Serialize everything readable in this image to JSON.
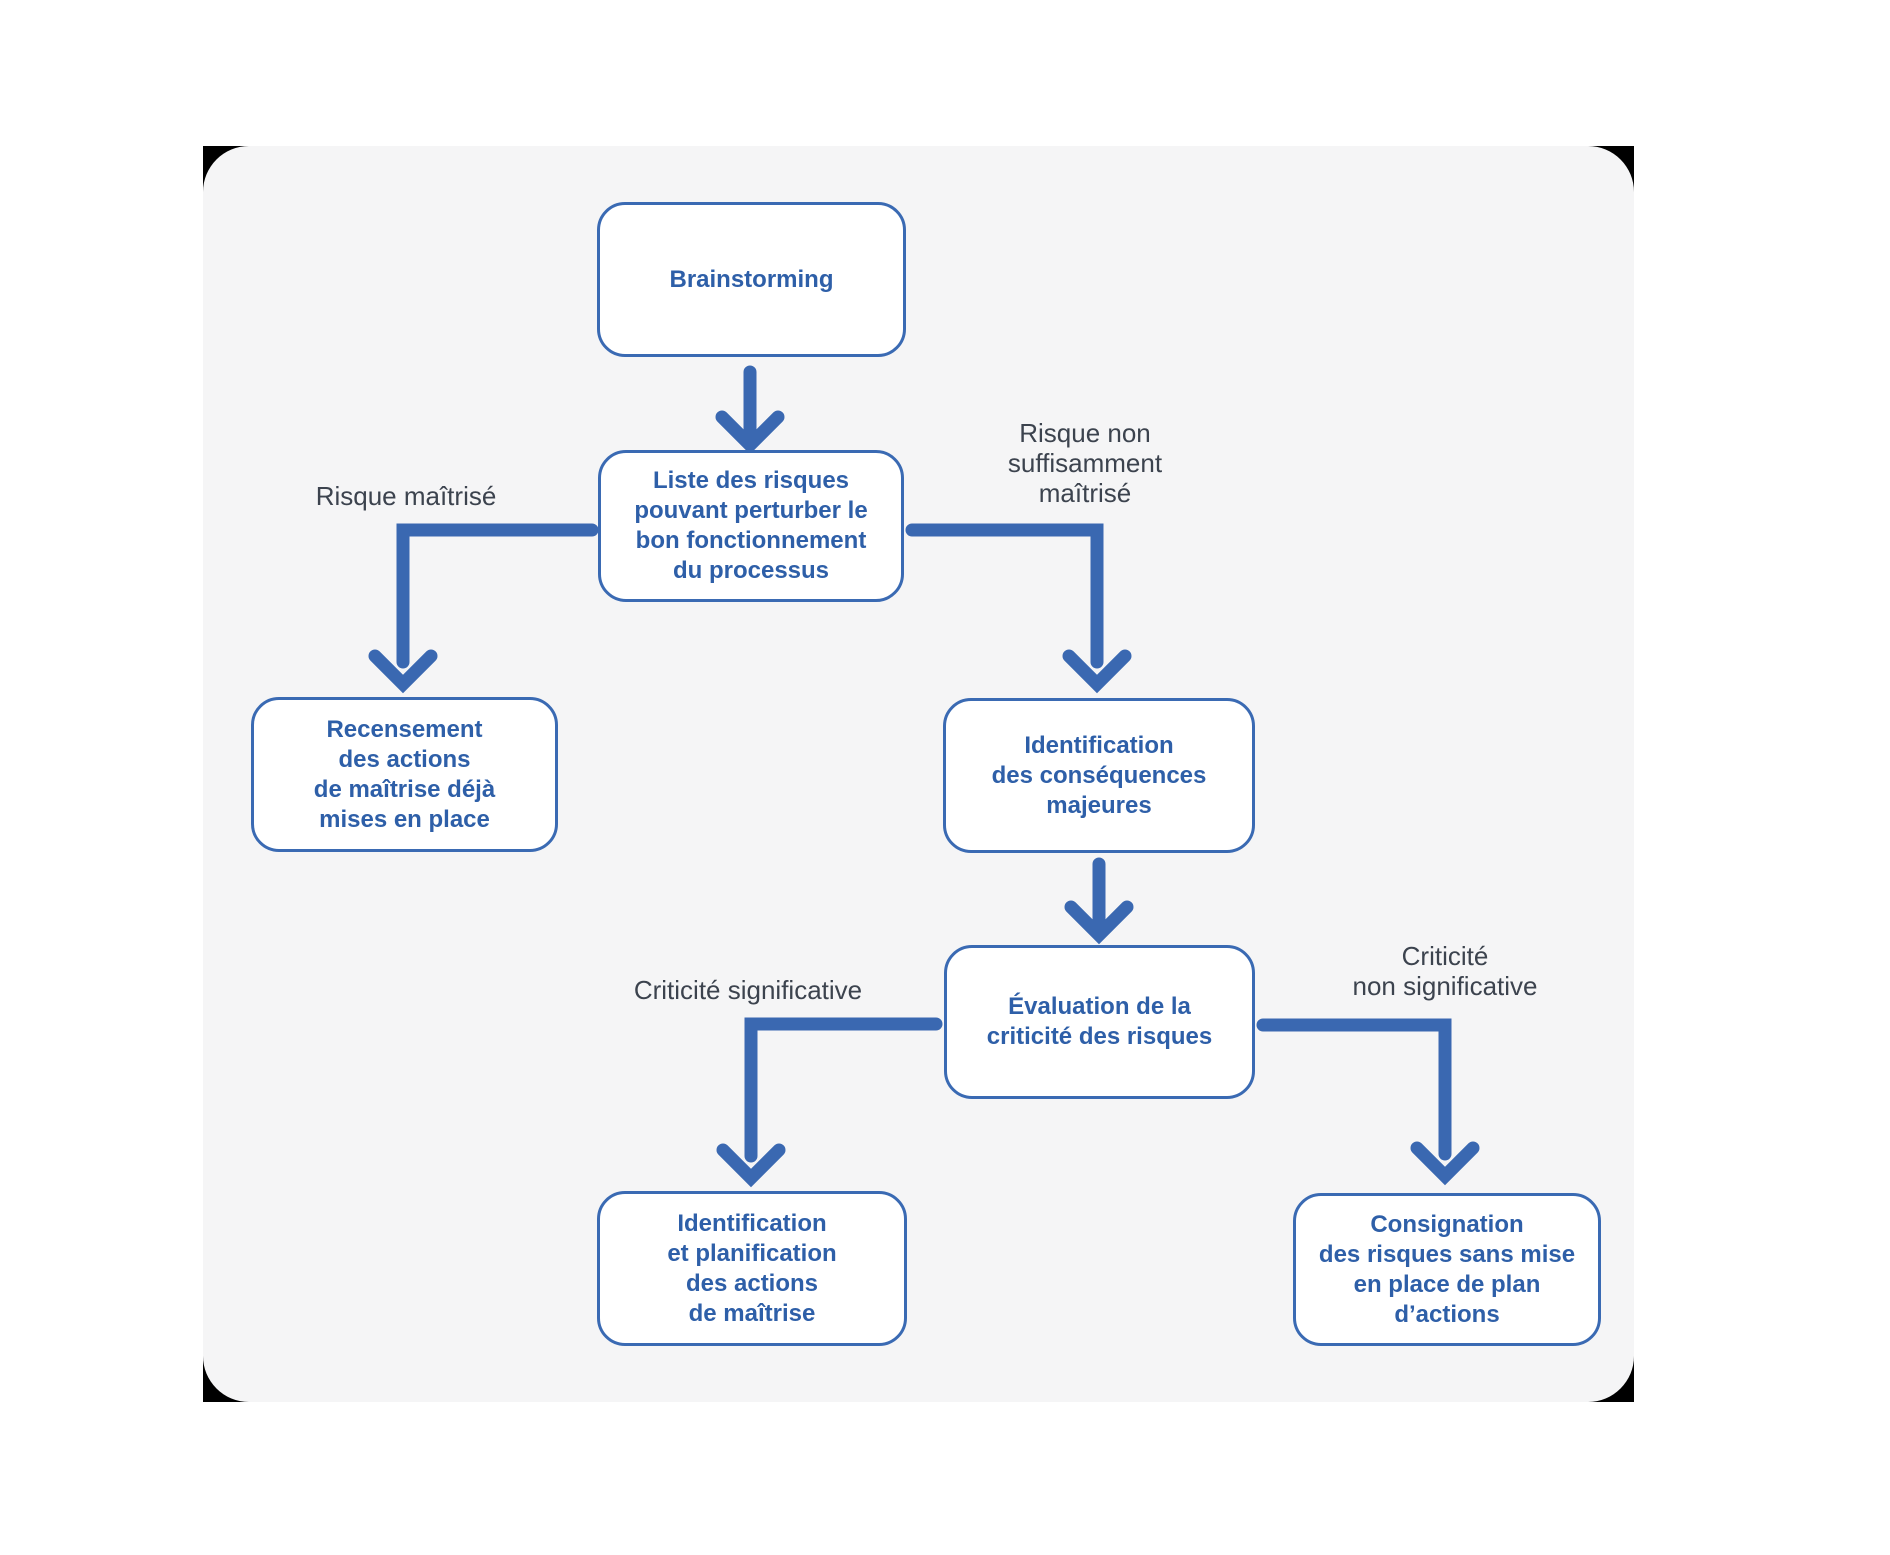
{
  "colors": {
    "background": "#ffffff",
    "panel": "#f5f5f6",
    "corner": "#000000",
    "node_border": "#3a6ab3",
    "node_text": "#2e5fa8",
    "arrow": "#3a68b1",
    "label_text": "#3c434e"
  },
  "nodes": {
    "brainstorming": {
      "label": "Brainstorming"
    },
    "liste_risques": {
      "label": "Liste des risques\npouvant perturber le\nbon fonctionnement\ndu processus"
    },
    "recensement": {
      "label": "Recensement\ndes actions\nde maîtrise déjà\nmises en place"
    },
    "consequences": {
      "label": "Identification\ndes conséquences\nmajeures"
    },
    "evaluation": {
      "label": "Évaluation de la\ncriticité des risques"
    },
    "planification": {
      "label": "Identification\net planification\ndes actions\nde maîtrise"
    },
    "consignation": {
      "label": "Consignation\ndes risques sans mise\nen place de plan\nd’actions"
    }
  },
  "edge_labels": {
    "risque_maitrise": "Risque maîtrisé",
    "risque_non_maitrise": "Risque non\nsuffisamment\nmaîtrisé",
    "criticite_significative": "Criticité significative",
    "criticite_non_significative": "Criticité\nnon significative"
  }
}
